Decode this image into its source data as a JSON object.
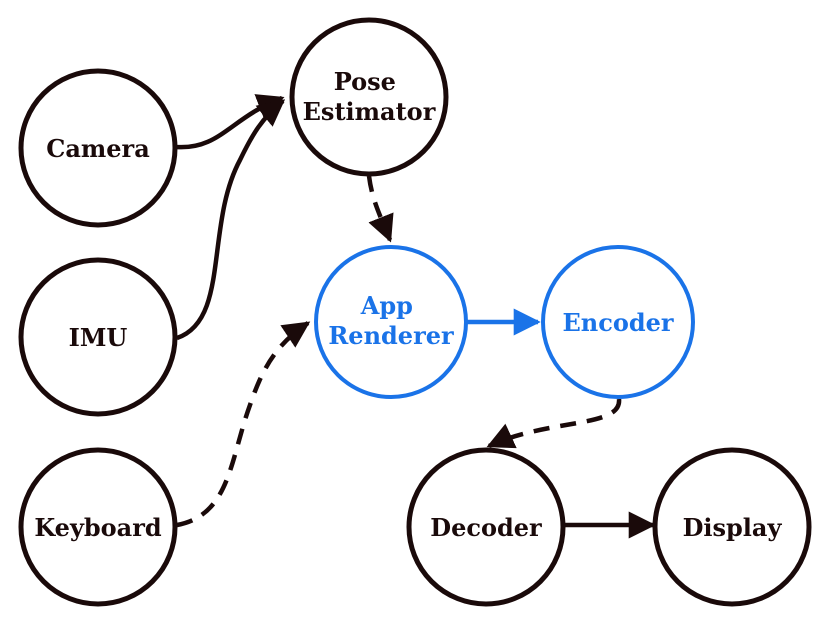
{
  "diagram": {
    "colors": {
      "default": "#1a0a0a",
      "highlight": "#1a73e8"
    },
    "nodes": {
      "camera": {
        "lines": [
          "Camera"
        ]
      },
      "imu": {
        "lines": [
          "IMU"
        ]
      },
      "keyboard": {
        "lines": [
          "Keyboard"
        ]
      },
      "pose_estimator": {
        "lines": [
          "Pose",
          "Estimator"
        ]
      },
      "app_renderer": {
        "lines": [
          "App",
          "Renderer"
        ]
      },
      "encoder": {
        "lines": [
          "Encoder"
        ]
      },
      "decoder": {
        "lines": [
          "Decoder"
        ]
      },
      "display": {
        "lines": [
          "Display"
        ]
      }
    },
    "edges": [
      {
        "from": "camera",
        "to": "pose_estimator",
        "style": "solid"
      },
      {
        "from": "imu",
        "to": "pose_estimator",
        "style": "solid"
      },
      {
        "from": "pose_estimator",
        "to": "app_renderer",
        "style": "dashed"
      },
      {
        "from": "keyboard",
        "to": "app_renderer",
        "style": "dashed"
      },
      {
        "from": "app_renderer",
        "to": "encoder",
        "style": "solid",
        "highlight": true
      },
      {
        "from": "encoder",
        "to": "decoder",
        "style": "dashed"
      },
      {
        "from": "decoder",
        "to": "display",
        "style": "solid"
      }
    ]
  }
}
